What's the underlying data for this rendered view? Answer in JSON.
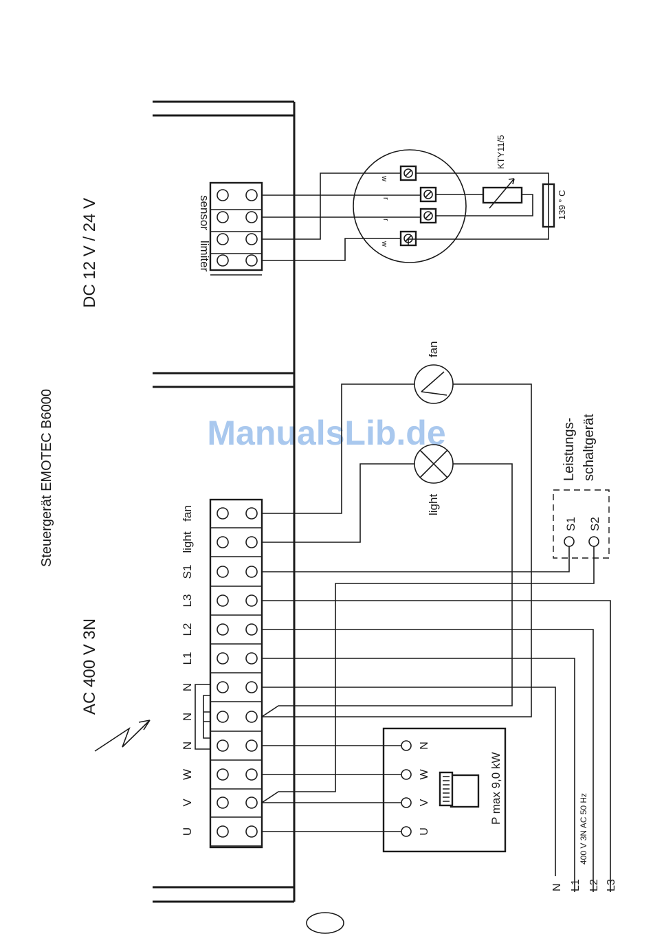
{
  "device_title": "Steuergerät EMOTEC B6000",
  "supply_ac": "AC 400 V 3N",
  "supply_dc": "DC 12 V / 24 V",
  "terminals_left": [
    "U",
    "V",
    "W",
    "N",
    "N",
    "N",
    "L1",
    "L2",
    "L3",
    "S1",
    "light",
    "fan"
  ],
  "sensor_terminals": [
    "sensor",
    "limiter"
  ],
  "sensor_unit": {
    "part": "KTY11/5",
    "limit_temp": "139 ° C",
    "pin_labels": [
      "w",
      "r",
      "r",
      "w"
    ]
  },
  "loads": {
    "fan": "fan",
    "light": "light"
  },
  "contactor": {
    "label_line1": "Leistungs-",
    "label_line2": "schaltgerät",
    "terminals": [
      "S1",
      "S2"
    ]
  },
  "heater": {
    "label": "P max 9,0 kW",
    "terminals": [
      "U",
      "V",
      "W",
      "N"
    ]
  },
  "mains": {
    "label": "400 V 3N AC 50 Hz",
    "lines": [
      "N",
      "L1",
      "L2",
      "L3"
    ]
  },
  "watermark": "ManualsLib.de"
}
